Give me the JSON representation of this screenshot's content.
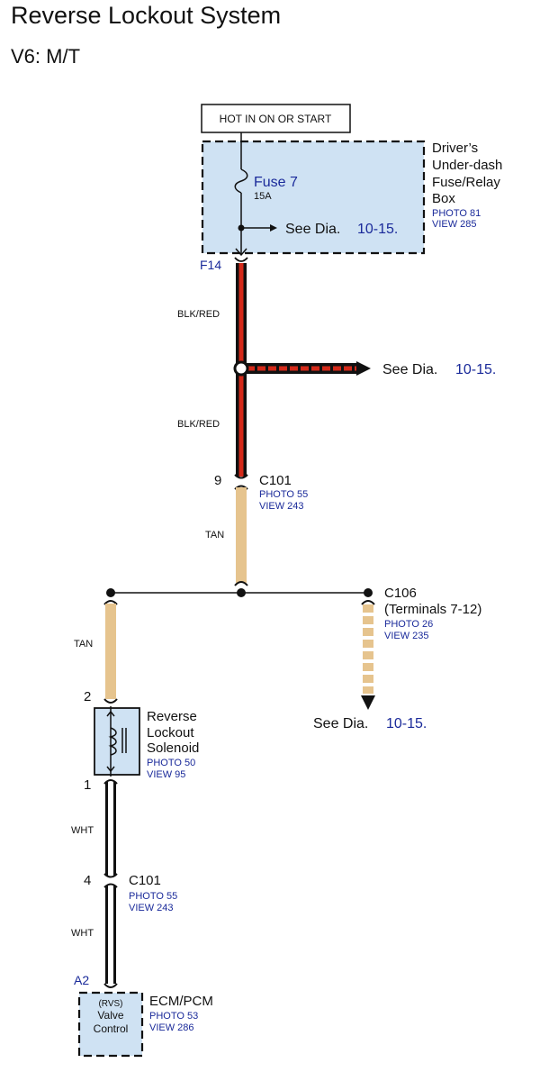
{
  "header": {
    "title": "Reverse Lockout System",
    "subtitle": "V6: M/T"
  },
  "power": {
    "label": "HOT IN ON OR START"
  },
  "fuse_box": {
    "name_line1": "Driver’s",
    "name_line2": "Under-dash",
    "name_line3": "Fuse/Relay",
    "name_line4": "Box",
    "photo": "PHOTO 81",
    "view": "VIEW 285",
    "fuse_label": "Fuse 7",
    "fuse_rating": "15A",
    "see_text": "See Dia.",
    "see_ref": "10-15.",
    "terminal": "F14"
  },
  "wires": {
    "upper1": "BLK/RED",
    "upper2": "BLK/RED",
    "tan1": "TAN",
    "tan2": "TAN",
    "wht1": "WHT",
    "wht2": "WHT"
  },
  "splice_branch": {
    "see_text": "See Dia.",
    "see_ref": "10-15."
  },
  "c101_upper": {
    "pin": "9",
    "name": "C101",
    "photo": "PHOTO 55",
    "view": "VIEW 243"
  },
  "c106": {
    "name": "C106",
    "terminals": "(Terminals 7-12)",
    "photo": "PHOTO 26",
    "view": "VIEW 235",
    "see_text": "See Dia.",
    "see_ref": "10-15."
  },
  "solenoid": {
    "pin_top": "2",
    "pin_bottom": "1",
    "line1": "Reverse",
    "line2": "Lockout",
    "line3": "Solenoid",
    "photo": "PHOTO 50",
    "view": "VIEW 95"
  },
  "c101_lower": {
    "pin": "4",
    "name": "C101",
    "photo": "PHOTO 55",
    "view": "VIEW 243"
  },
  "ecm": {
    "terminal": "A2",
    "inner1": "(RVS)",
    "inner2": "Valve",
    "inner3": "Control",
    "name": "ECM/PCM",
    "photo": "PHOTO 53",
    "view": "VIEW 286"
  },
  "colors": {
    "box_fill": "#cfe2f3",
    "wire_red": "#d42a1a",
    "wire_tan": "#e6c48e",
    "label_blue": "#1a2a9a"
  }
}
